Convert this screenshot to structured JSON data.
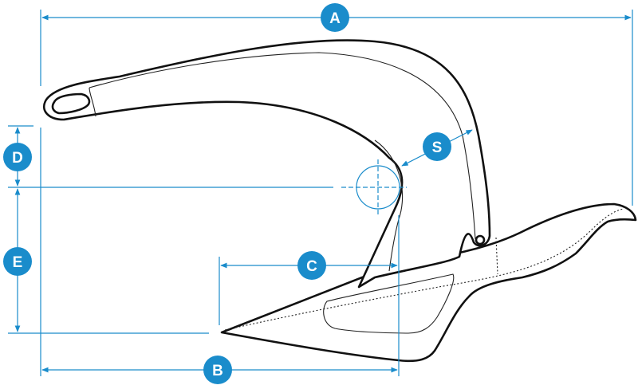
{
  "diagram": {
    "colors": {
      "dimension": "#1a8ccb",
      "outline": "#111111",
      "badge_text": "#ffffff"
    },
    "labels": {
      "A": "A",
      "B": "B",
      "C": "C",
      "D": "D",
      "E": "E",
      "S": "S"
    }
  }
}
